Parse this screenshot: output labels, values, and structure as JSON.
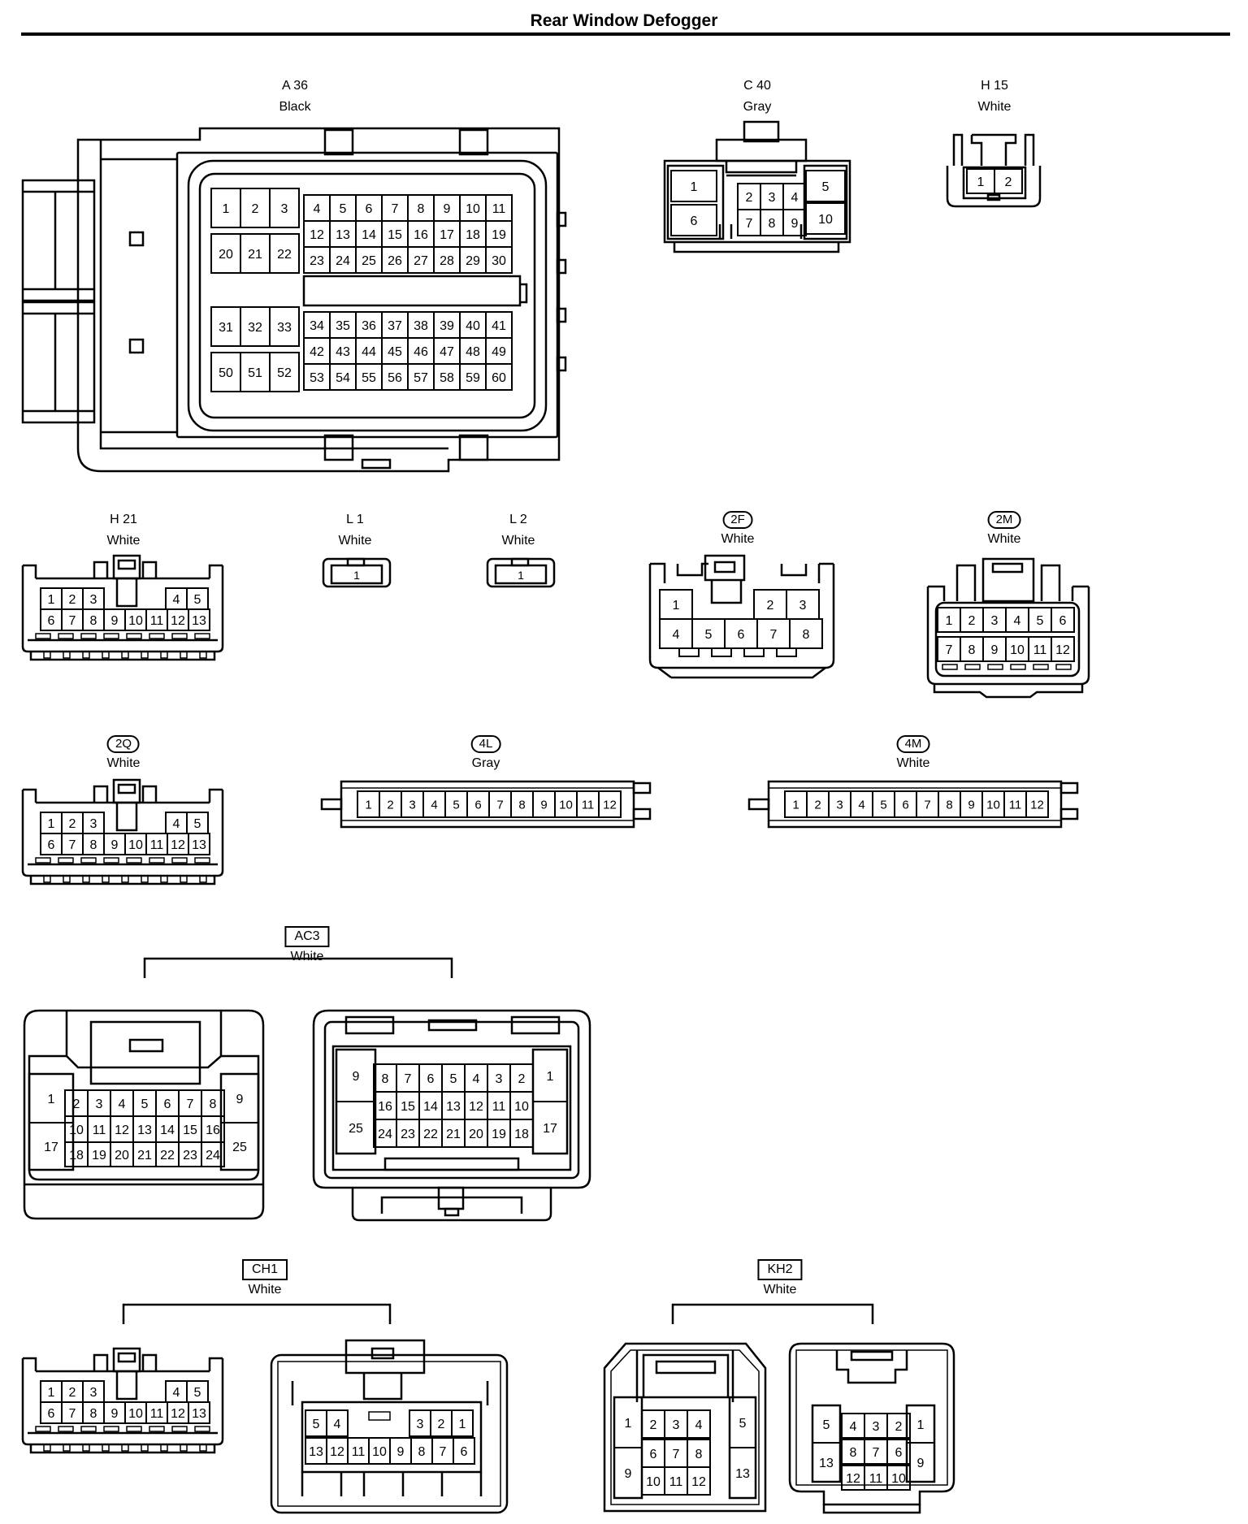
{
  "title": "Rear Window Defogger",
  "connectors": [
    {
      "id": "a36",
      "code": "A 36",
      "color": "Black",
      "style": "plain"
    },
    {
      "id": "c40",
      "code": "C 40",
      "color": "Gray",
      "style": "plain"
    },
    {
      "id": "h15",
      "code": "H 15",
      "color": "White",
      "style": "plain"
    },
    {
      "id": "h21",
      "code": "H 21",
      "color": "White",
      "style": "plain"
    },
    {
      "id": "l1",
      "code": "L 1",
      "color": "White",
      "style": "plain"
    },
    {
      "id": "l2",
      "code": "L 2",
      "color": "White",
      "style": "plain"
    },
    {
      "id": "c2f",
      "code": "2F",
      "color": "White",
      "style": "oval"
    },
    {
      "id": "c2m",
      "code": "2M",
      "color": "White",
      "style": "oval"
    },
    {
      "id": "c2q",
      "code": "2Q",
      "color": "White",
      "style": "oval"
    },
    {
      "id": "c4l",
      "code": "4L",
      "color": "Gray",
      "style": "oval"
    },
    {
      "id": "c4m",
      "code": "4M",
      "color": "White",
      "style": "oval"
    },
    {
      "id": "ac3",
      "code": "AC3",
      "color": "White",
      "style": "box"
    },
    {
      "id": "ch1",
      "code": "CH1",
      "color": "White",
      "style": "box"
    },
    {
      "id": "kh2",
      "code": "KH2",
      "color": "White",
      "style": "box"
    }
  ]
}
